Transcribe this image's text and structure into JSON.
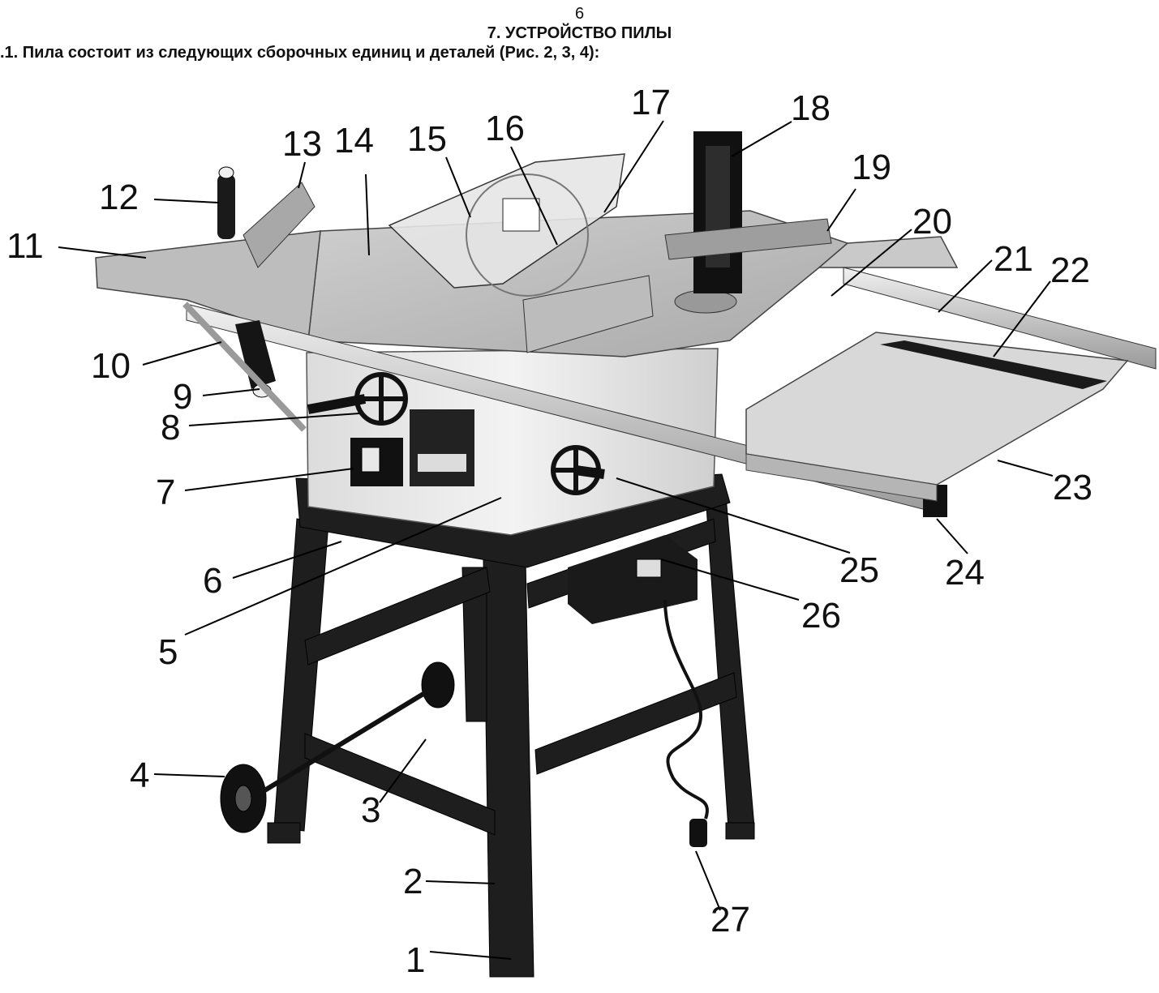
{
  "page": {
    "number": "6",
    "heading": "7.  УСТРОЙСТВО ПИЛЫ",
    "subheading": ".1. Пила состоит из следующих сборочных единиц и деталей (Рис. 2, 3, 4):"
  },
  "figure": {
    "callouts": [
      "1",
      "2",
      "3",
      "4",
      "5",
      "6",
      "7",
      "8",
      "9",
      "10",
      "11",
      "12",
      "13",
      "14",
      "15",
      "16",
      "17",
      "18",
      "19",
      "20",
      "21",
      "22",
      "23",
      "24",
      "25",
      "26",
      "27"
    ]
  }
}
